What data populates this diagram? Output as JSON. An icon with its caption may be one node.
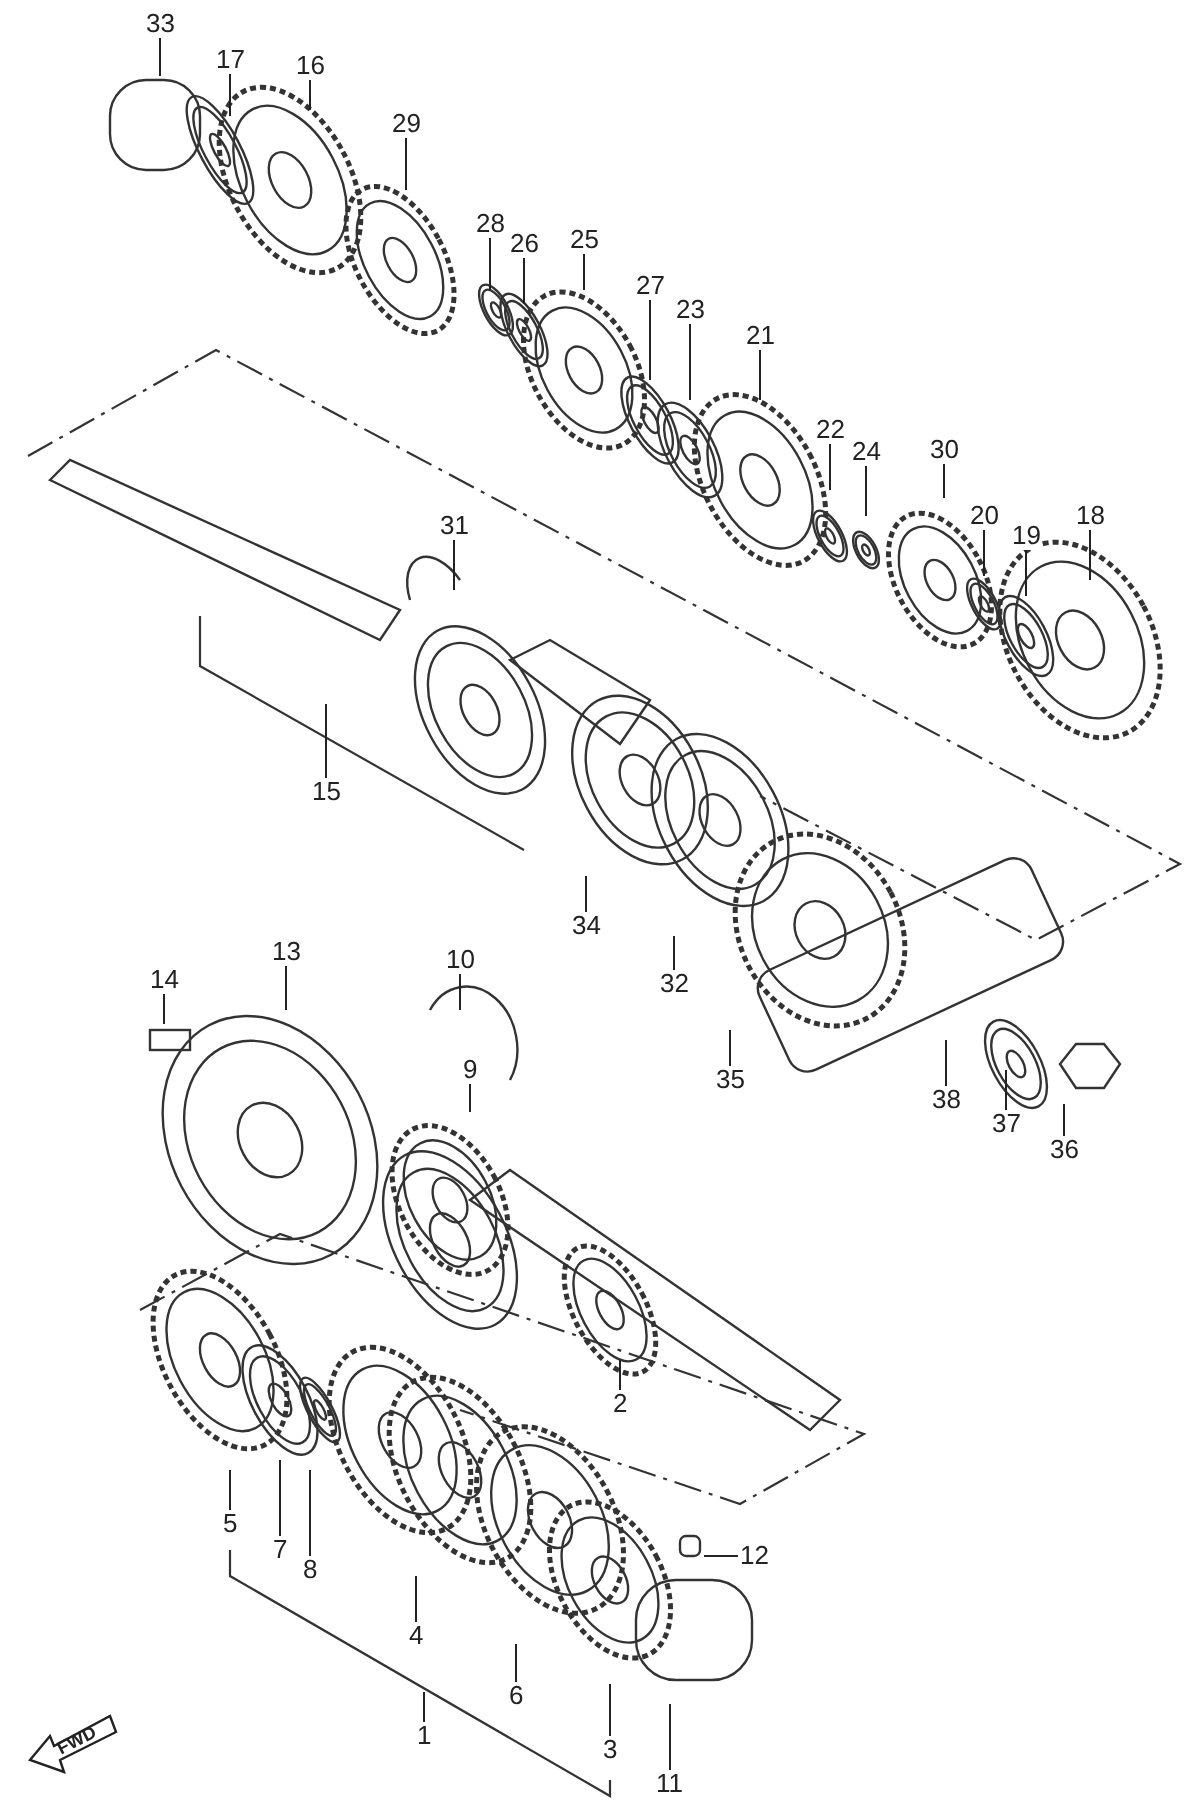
{
  "diagram": {
    "nodes": [
      {
        "text": [
          "33"
        ]
      },
      {
        "text": [
          "17"
        ]
      },
      {
        "text": [
          "16"
        ]
      },
      {
        "text": [
          "29"
        ]
      },
      {
        "text": [
          "28"
        ]
      },
      {
        "text": [
          "26"
        ]
      },
      {
        "text": [
          "25"
        ]
      },
      {
        "text": [
          "27"
        ]
      },
      {
        "text": [
          "23"
        ]
      },
      {
        "text": [
          "21"
        ]
      },
      {
        "text": [
          "22"
        ]
      },
      {
        "text": [
          "24"
        ]
      },
      {
        "text": [
          "30"
        ]
      },
      {
        "text": [
          "20"
        ]
      },
      {
        "text": [
          "19"
        ]
      },
      {
        "text": [
          "18"
        ]
      },
      {
        "text": [
          "31"
        ]
      },
      {
        "text": [
          "34"
        ]
      },
      {
        "text": [
          "13"
        ]
      },
      {
        "text": [
          "10"
        ]
      },
      {
        "text": [
          "14"
        ]
      },
      {
        "text": [
          "32"
        ]
      },
      {
        "text": [
          "9"
        ]
      },
      {
        "text": [
          "35"
        ]
      },
      {
        "text": [
          "38"
        ]
      },
      {
        "text": [
          "37"
        ]
      },
      {
        "text": [
          "36"
        ]
      },
      {
        "text": [
          "2"
        ]
      },
      {
        "text": [
          "5"
        ]
      },
      {
        "text": [
          "7"
        ]
      },
      {
        "text": [
          "12"
        ]
      },
      {
        "text": [
          "8"
        ]
      },
      {
        "text": [
          "4"
        ]
      },
      {
        "text": [
          "6"
        ]
      },
      {
        "text": [
          "3"
        ]
      },
      {
        "text": [
          "11"
        ]
      },
      {
        "text": [
          "15"
        ]
      },
      {
        "text": [
          "1"
        ]
      }
    ],
    "edges": [
      {
        "from": 0,
        "to": null,
        "arrow": "none"
      },
      {
        "from": 1,
        "to": null,
        "arrow": "none"
      },
      {
        "from": 2,
        "to": null,
        "arrow": "none"
      },
      {
        "from": 3,
        "to": null,
        "arrow": "none"
      },
      {
        "from": 4,
        "to": null,
        "arrow": "none"
      },
      {
        "from": 5,
        "to": null,
        "arrow": "none"
      },
      {
        "from": 6,
        "to": null,
        "arrow": "none"
      },
      {
        "from": 7,
        "to": null,
        "arrow": "none"
      },
      {
        "from": 8,
        "to": null,
        "arrow": "none"
      },
      {
        "from": 9,
        "to": null,
        "arrow": "none"
      },
      {
        "from": 10,
        "to": null,
        "arrow": "none"
      },
      {
        "from": 11,
        "to": null,
        "arrow": "none"
      },
      {
        "from": 12,
        "to": null,
        "arrow": "none"
      },
      {
        "from": 13,
        "to": null,
        "arrow": "none"
      },
      {
        "from": 14,
        "to": null,
        "arrow": "none"
      },
      {
        "from": 15,
        "to": null,
        "arrow": "none"
      },
      {
        "from": 16,
        "to": null,
        "arrow": "none"
      },
      {
        "from": 17,
        "to": null,
        "arrow": "none"
      },
      {
        "from": 18,
        "to": null,
        "arrow": "none"
      },
      {
        "from": 19,
        "to": null,
        "arrow": "none"
      },
      {
        "from": 20,
        "to": null,
        "arrow": "none"
      },
      {
        "from": 21,
        "to": null,
        "arrow": "none"
      },
      {
        "from": 22,
        "to": null,
        "arrow": "none"
      },
      {
        "from": 23,
        "to": null,
        "arrow": "none"
      },
      {
        "from": 24,
        "to": null,
        "arrow": "none"
      },
      {
        "from": 25,
        "to": null,
        "arrow": "none"
      },
      {
        "from": 26,
        "to": null,
        "arrow": "none"
      },
      {
        "from": 27,
        "to": null,
        "arrow": "none"
      },
      {
        "from": 28,
        "to": null,
        "arrow": "none"
      },
      {
        "from": 29,
        "to": null,
        "arrow": "none"
      },
      {
        "from": 30,
        "to": null,
        "arrow": "none"
      },
      {
        "from": 31,
        "to": null,
        "arrow": "none"
      },
      {
        "from": 32,
        "to": null,
        "arrow": "none"
      },
      {
        "from": 33,
        "to": null,
        "arrow": "none"
      },
      {
        "from": 34,
        "to": null,
        "arrow": "none"
      },
      {
        "from": 35,
        "to": null,
        "arrow": "none"
      },
      {
        "from": 36,
        "to": null,
        "arrow": "none"
      },
      {
        "from": 37,
        "to": null,
        "arrow": "none"
      }
    ],
    "labels": [
      "FWD"
    ]
  }
}
